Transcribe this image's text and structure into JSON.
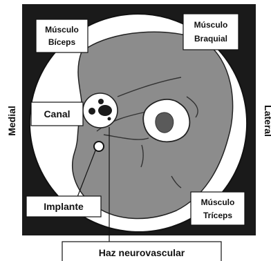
{
  "labels": {
    "biceps_line1": "Músculo",
    "biceps_line2": "Bíceps",
    "braquial_line1": "Músculo",
    "braquial_line2": "Braquial",
    "canal": "Canal",
    "implante": "Implante",
    "triceps_line1": "Músculo",
    "triceps_line2": "Tríceps",
    "haz": "Haz neurovascular",
    "medial": "Medial",
    "lateral": "Lateral"
  },
  "colors": {
    "frame": "#1a1a1a",
    "skin": "#ffffff",
    "muscle": "#8c8c8c",
    "bone": "#ffffff",
    "marrow": "#5a5a5a",
    "nerve": "#1a1a1a"
  }
}
